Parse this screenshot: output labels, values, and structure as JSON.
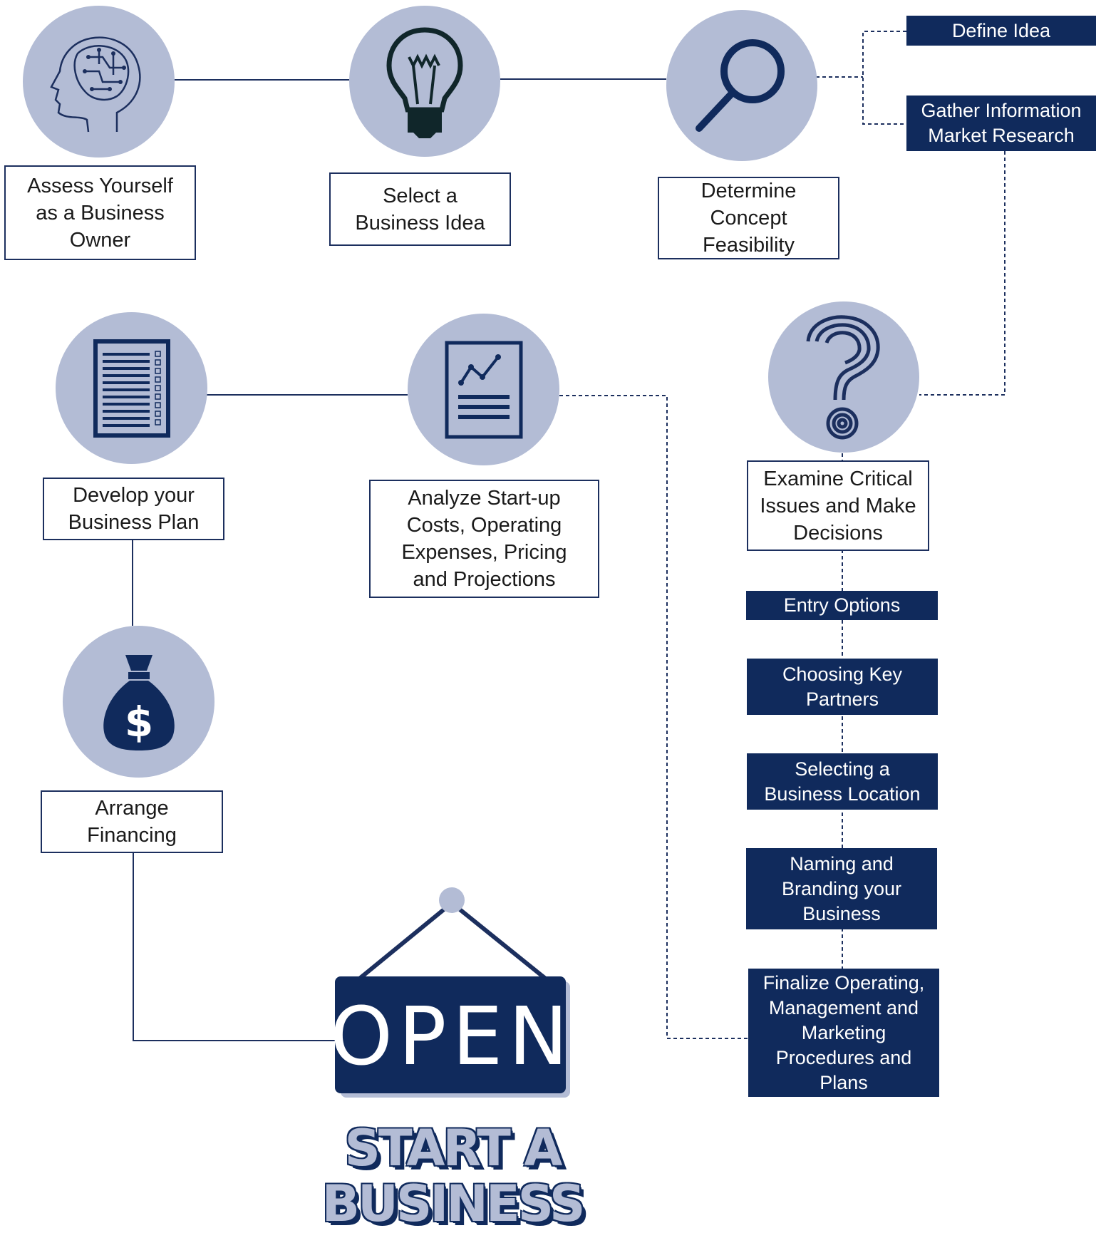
{
  "colors": {
    "navy": "#102a5c",
    "circle_fill": "#b3bcd5",
    "line": "#1c2f5e"
  },
  "steps": {
    "assess": {
      "label": "Assess Yourself\nas a Business\nOwner",
      "icon": "brain-head-icon"
    },
    "select_idea": {
      "label": "Select a\nBusiness Idea",
      "icon": "lightbulb-icon"
    },
    "feasibility": {
      "label": "Determine\nConcept\nFeasibility",
      "icon": "magnifying-glass-icon"
    },
    "examine": {
      "label": "Examine Critical\nIssues and Make\nDecisions",
      "icon": "question-mark-icon"
    },
    "analyze": {
      "label": "Analyze Start-up\nCosts, Operating\nExpenses, Pricing\nand Projections",
      "icon": "chart-document-icon"
    },
    "business_plan": {
      "label": "Develop your\nBusiness Plan",
      "icon": "document-icon"
    },
    "financing": {
      "label": "Arrange\nFinancing",
      "icon": "money-bag-icon"
    }
  },
  "feasibility_tags": {
    "define_idea": "Define Idea",
    "gather_info": "Gather Information\nMarket Research"
  },
  "decision_tags": [
    "Entry Options",
    "Choosing Key\nPartners",
    "Selecting a\nBusiness Location",
    "Naming and\nBranding your\nBusiness",
    "Finalize Operating,\nManagement and\nMarketing\nProcedures and\nPlans"
  ],
  "sign": {
    "text": "OPEN",
    "icon": "open-sign-icon"
  },
  "title": {
    "line1": "START A",
    "line2": "BUSINESS"
  }
}
